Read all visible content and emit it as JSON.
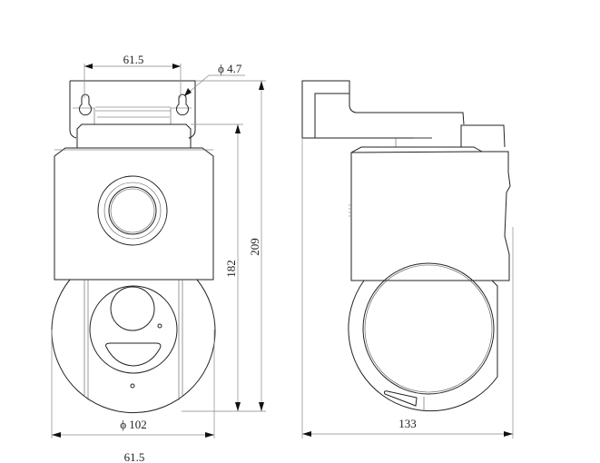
{
  "drawing": {
    "front_view": {
      "dimensions": {
        "hole_spacing": "61.5",
        "hole_diameter": "ϕ 4.7",
        "total_height": "209",
        "body_height": "182",
        "dome_diameter": "ϕ 102"
      }
    },
    "side_view": {
      "dimensions": {
        "depth": "133"
      }
    },
    "cropped_label": "61.5"
  }
}
